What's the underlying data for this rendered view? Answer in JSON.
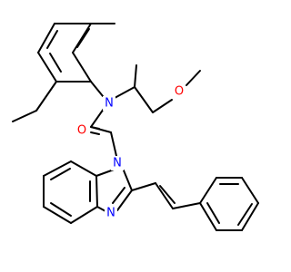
{
  "molecule": {
    "atom_labels": {
      "N_amide": "N",
      "O_carbonyl": "O",
      "O_ether": "O",
      "N1_imidazole": "N",
      "N3_imidazole": "N"
    },
    "colors": {
      "bond": "#000000",
      "nitrogen": "#0000ff",
      "oxygen": "#ff0000"
    }
  }
}
